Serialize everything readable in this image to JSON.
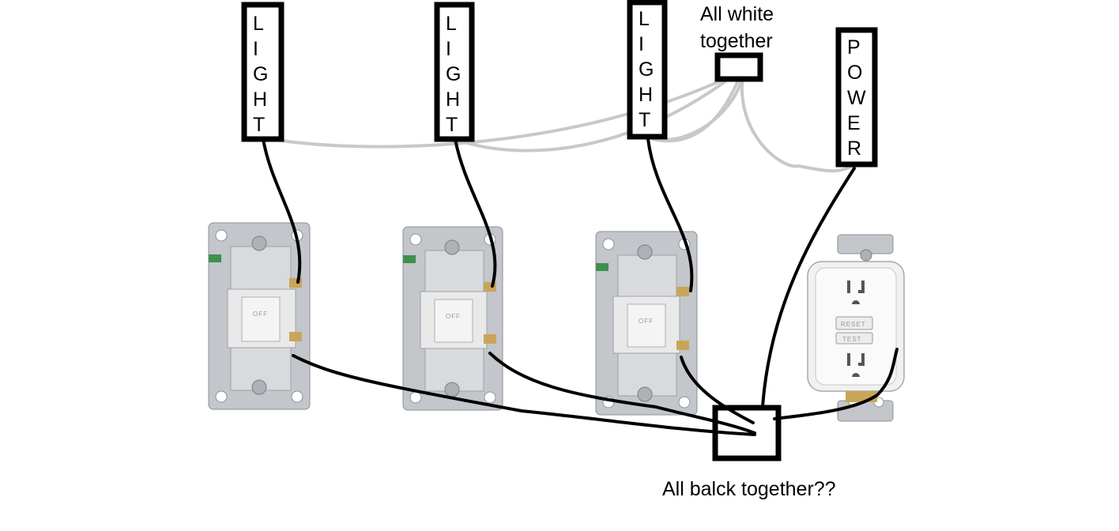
{
  "labels": {
    "white_top": "All white",
    "white_bottom": "together",
    "black": "All balck together??"
  },
  "boxes": {
    "light_1": [
      "L",
      "I",
      "G",
      "H",
      "T"
    ],
    "light_2": [
      "L",
      "I",
      "G",
      "H",
      "T"
    ],
    "light_3": [
      "L",
      "I",
      "G",
      "H",
      "T"
    ],
    "power": [
      "P",
      "O",
      "W",
      "E",
      "R"
    ]
  },
  "switch_face_text": "OFF",
  "gfci": {
    "reset": "RESET",
    "test": "TEST"
  },
  "colors": {
    "black_wire": "#000000",
    "white_wire": "#c8c8c8",
    "metal": "#b9bcc0",
    "paddle": "#f4f4f4",
    "ground_screw": "#3f8f4f",
    "brass_screw": "#c9a55a"
  }
}
